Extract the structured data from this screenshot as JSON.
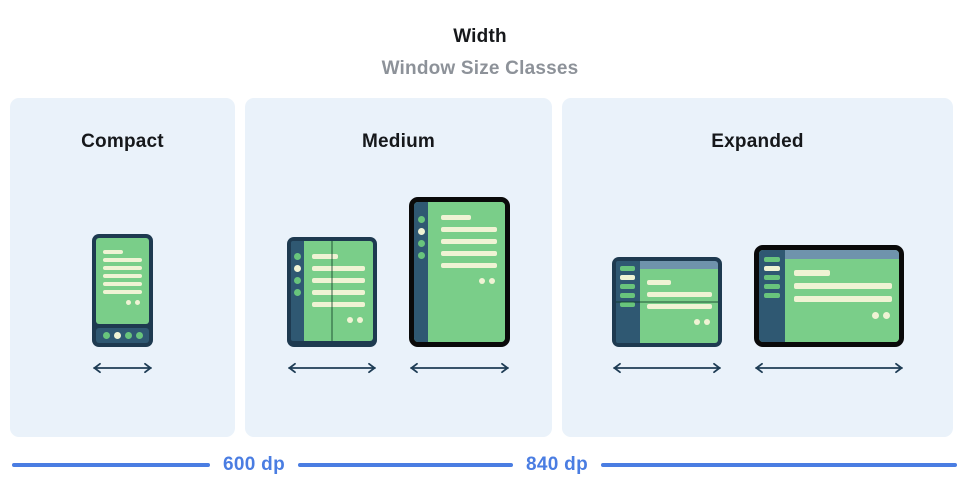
{
  "header": {
    "title": "Width",
    "subtitle": "Window Size Classes"
  },
  "panels": [
    {
      "id": "compact",
      "label": "Compact",
      "devices": [
        "phone-portrait"
      ]
    },
    {
      "id": "medium",
      "label": "Medium",
      "devices": [
        "foldable-portrait",
        "tablet-portrait"
      ]
    },
    {
      "id": "expanded",
      "label": "Expanded",
      "devices": [
        "foldable-landscape",
        "tablet-landscape"
      ]
    }
  ],
  "axis": {
    "labels": [
      "600 dp",
      "840 dp"
    ]
  },
  "colors": {
    "panel_bg": "#eaf2fa",
    "frame_navy": "#1e3a50",
    "frame_black": "#0a0a0a",
    "sidebar_navy": "#2f5872",
    "header_slate": "#6f93ac",
    "screen_green": "#7ace89",
    "accent_green": "#68c47c",
    "cream": "#f0f3d4",
    "axis_blue": "#4a7de2",
    "subtitle_gray": "#8d9299",
    "arrow_navy": "#1f3d55"
  }
}
